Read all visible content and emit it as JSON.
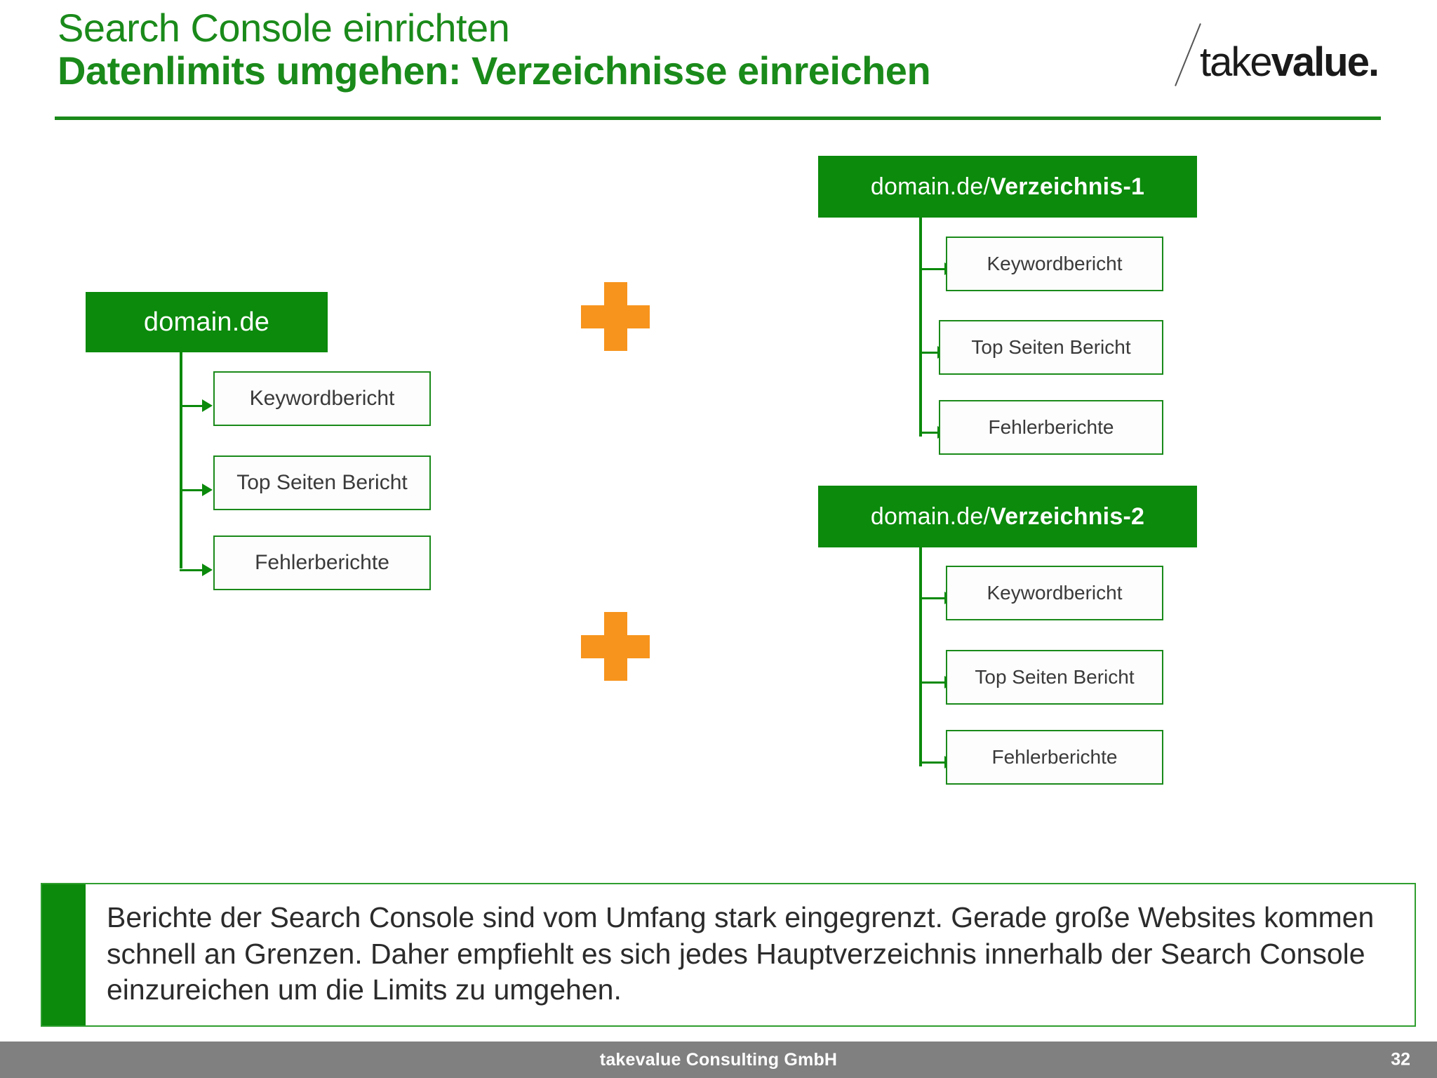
{
  "header": {
    "title_line1": "Search Console einrichten",
    "title_line2": "Datenlimits umgehen:  Verzeichnisse einreichen",
    "accent_color": "#1a8a1a"
  },
  "logo": {
    "text_light": "take",
    "text_bold": "value.",
    "color": "#1a1a1a"
  },
  "diagram": {
    "plus_color": "#F7941D",
    "box_border_color": "#1a8a1a",
    "header_fill": "#0b8a0b",
    "groups": [
      {
        "id": "domain-root",
        "header_prefix": "domain.de",
        "header_suffix": "",
        "leaves": [
          "Keywordbericht",
          "Top Seiten Bericht",
          "Fehlerberichte"
        ]
      },
      {
        "id": "verzeichnis-1",
        "header_prefix": "domain.de/",
        "header_suffix": "Verzeichnis-1",
        "leaves": [
          "Keywordbericht",
          "Top Seiten Bericht",
          "Fehlerberichte"
        ]
      },
      {
        "id": "verzeichnis-2",
        "header_prefix": "domain.de/",
        "header_suffix": "Verzeichnis-2",
        "leaves": [
          "Keywordbericht",
          "Top Seiten Bericht",
          "Fehlerberichte"
        ]
      }
    ],
    "operators": [
      "+",
      "+"
    ]
  },
  "callout": {
    "text": "Berichte der Search Console sind vom Umfang stark eingegrenzt. Gerade große Websites kommen schnell an Grenzen. Daher empfiehlt es sich jedes Hauptverzeichnis innerhalb der Search Console einzureichen um die Limits zu umgehen.",
    "accent_color": "#0b8a0b"
  },
  "footer": {
    "company": "takevalue Consulting GmbH",
    "page_number": "32",
    "bar_color": "#808080"
  }
}
